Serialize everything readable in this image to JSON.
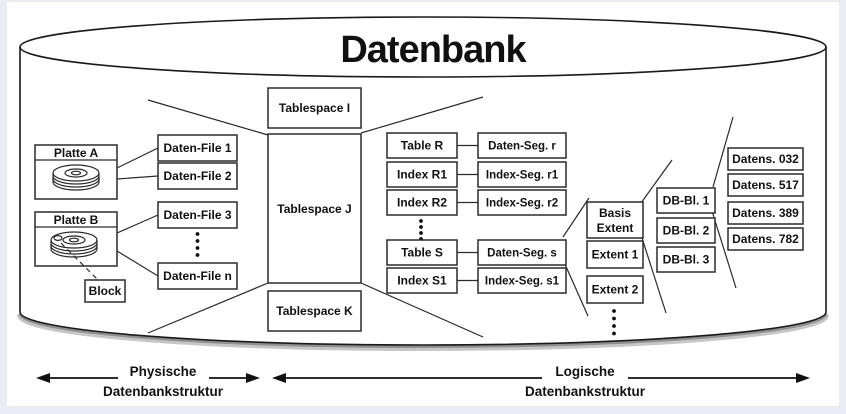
{
  "title": "Datenbank",
  "physical": {
    "disk_a": {
      "label": "Platte A"
    },
    "disk_b": {
      "label": "Platte B"
    },
    "block": {
      "label": "Block"
    },
    "files": [
      "Daten-File 1",
      "Daten-File 2",
      "Daten-File 3",
      "Daten-File n"
    ]
  },
  "tablespaces": [
    "Tablespace I",
    "Tablespace J",
    "Tablespace K"
  ],
  "segments": [
    {
      "object": "Table R",
      "segment": "Daten-Seg. r"
    },
    {
      "object": "Index R1",
      "segment": "Index-Seg. r1"
    },
    {
      "object": "Index R2",
      "segment": "Index-Seg. r2"
    },
    {
      "object": "Table S",
      "segment": "Daten-Seg. s"
    },
    {
      "object": "Index S1",
      "segment": "Index-Seg. s1"
    }
  ],
  "extents": {
    "basis_line1": "Basis",
    "basis_line2": "Extent",
    "items": [
      "Extent 1",
      "Extent 2"
    ]
  },
  "db_blocks": [
    "DB-Bl. 1",
    "DB-Bl. 2",
    "DB-Bl. 3"
  ],
  "records": [
    "Datens. 032",
    "Datens. 517",
    "Datens. 389",
    "Datens. 782"
  ],
  "legend": {
    "physical_line1": "Physische",
    "physical_line2": "Datenbankstruktur",
    "logical_line1": "Logische",
    "logical_line2": "Datenbankstruktur"
  },
  "colors": {
    "stroke": "#1a1a1a",
    "box_fill": "#ffffff",
    "frame_bg": "#e9ecf2",
    "shadow": "#b5b5b5"
  }
}
